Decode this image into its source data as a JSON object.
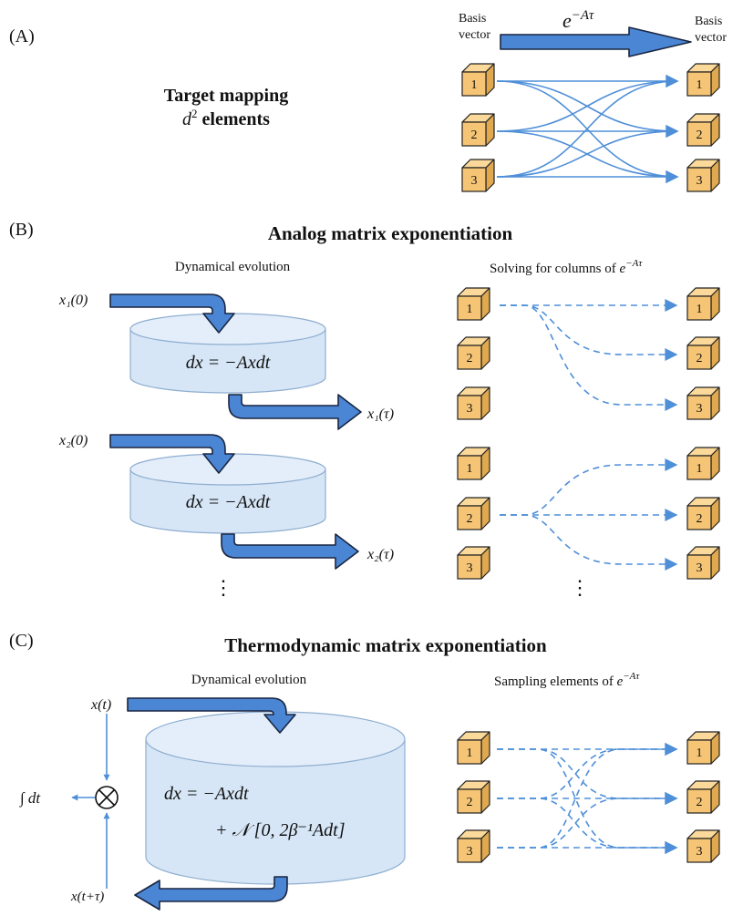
{
  "colors": {
    "arrow_fill": "#4a86d4",
    "arrow_stroke": "#1a2540",
    "line_blue": "#4f8fd8",
    "cube_face": "#f5c575",
    "cube_dark": "#e0a94f",
    "cube_light": "#fbd99a",
    "tank": "#d6e6f6",
    "tank_top": "#e4eefa"
  },
  "panel_a": {
    "label": "(A)",
    "basis_left_1": "Basis",
    "basis_left_2": "vector",
    "basis_right_1": "Basis",
    "basis_right_2": "vector",
    "operator_base": "e",
    "operator_exp": "−Aτ",
    "target_line1": "Target mapping",
    "target_d": "d",
    "target_sup": "2",
    "target_rest": " elements",
    "cube_numbers": [
      "1",
      "2",
      "3"
    ]
  },
  "panel_b": {
    "label": "(B)",
    "title": "Analog matrix exponentiation",
    "left_caption": "Dynamical evolution",
    "right_caption_text": "Solving for columns of ",
    "right_caption_base": "e",
    "right_caption_exp": "−Aτ",
    "equation": "dx = −Axdt",
    "input1": "x₁(0)",
    "output1": "x₁(τ)",
    "input2": "x₂(0)",
    "output2": "x₂(τ)",
    "ellipsis": "⋮",
    "cube_numbers": [
      "1",
      "2",
      "3"
    ]
  },
  "panel_c": {
    "label": "(C)",
    "title": "Thermodynamic matrix exponentiation",
    "left_caption": "Dynamical evolution",
    "right_caption_text": "Sampling elements of ",
    "right_caption_base": "e",
    "right_caption_exp": "−Aτ",
    "equation_line1": "dx = −Axdt",
    "equation_line2": "+ 𝒩 [0, 2β⁻¹Adt]",
    "input": "x(t)",
    "output": "x(t+τ)",
    "integral": "∫ dt",
    "mult_symbol": "⊗",
    "cube_numbers": [
      "1",
      "2",
      "3"
    ]
  }
}
